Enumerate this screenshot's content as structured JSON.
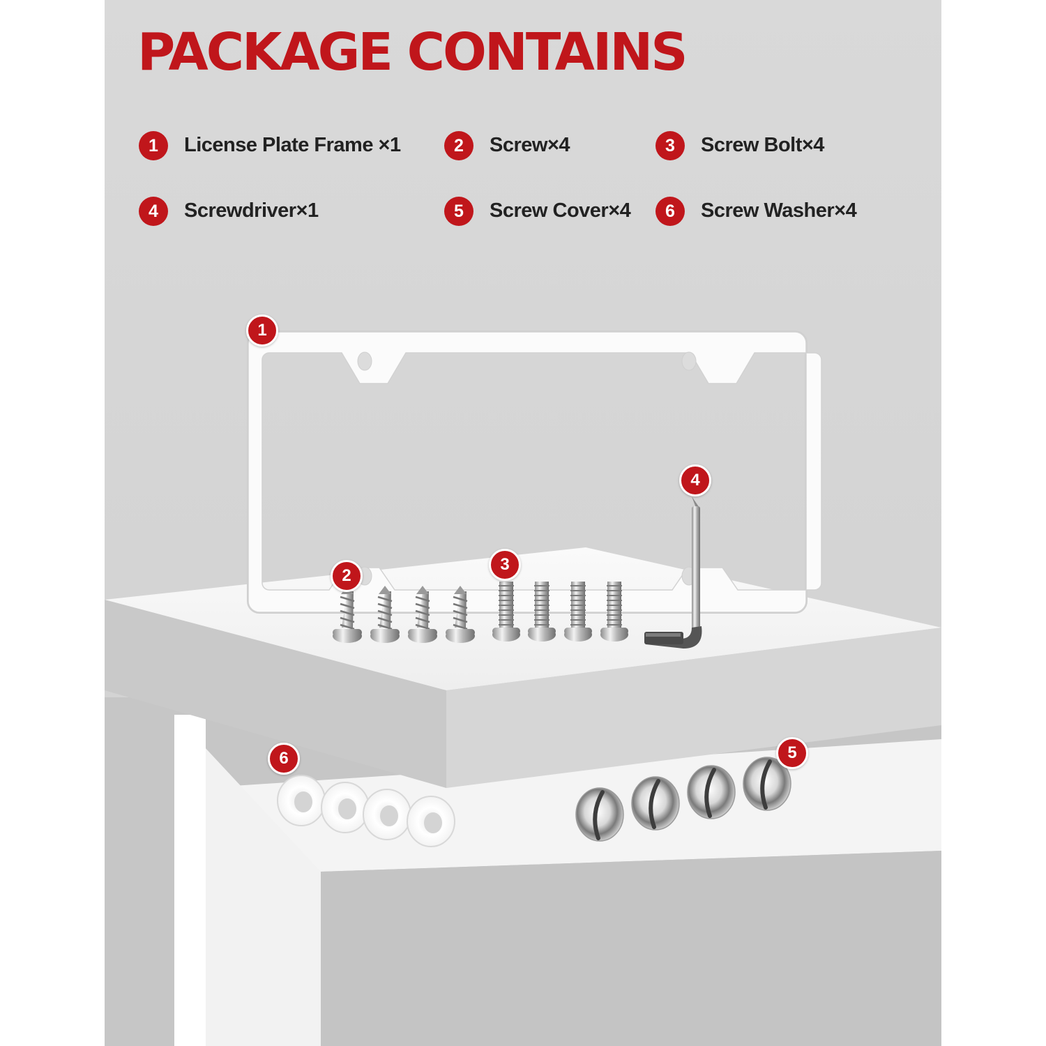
{
  "title": "PACKAGE CONTAINS",
  "accent_color": "#c0161b",
  "items": [
    {
      "number": "1",
      "label": "License Plate Frame ×1"
    },
    {
      "number": "2",
      "label": "Screw×4"
    },
    {
      "number": "3",
      "label": "Screw Bolt×4"
    },
    {
      "number": "4",
      "label": "Screwdriver×1"
    },
    {
      "number": "5",
      "label": "Screw Cover×4"
    },
    {
      "number": "6",
      "label": "Screw Washer×4"
    }
  ],
  "callouts": {
    "frame": "1",
    "screws": "2",
    "bolts": "3",
    "screwdriver": "4",
    "covers": "5",
    "washers": "6"
  }
}
